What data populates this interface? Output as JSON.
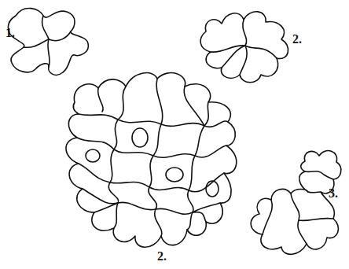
{
  "diagram": {
    "labels": [
      "1.",
      "2.",
      "2.",
      "3."
    ]
  }
}
